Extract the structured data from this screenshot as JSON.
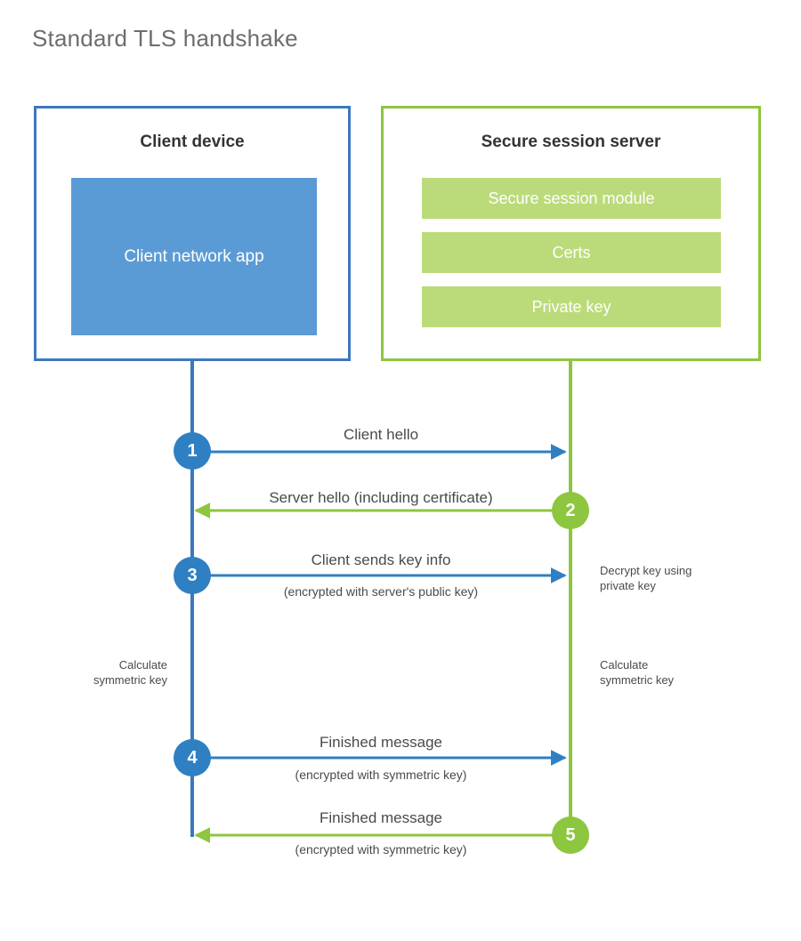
{
  "title": "Standard TLS handshake",
  "parties": {
    "client": {
      "title": "Client device",
      "app_label": "Client network app",
      "border_color": "#3c78be",
      "app_color": "#5b9bd5"
    },
    "server": {
      "title": "Secure session server",
      "border_color": "#8dc63f",
      "bar_color": "#bbdb7a",
      "modules": [
        {
          "label": "Secure session module"
        },
        {
          "label": "Certs"
        },
        {
          "label": "Private key"
        }
      ]
    }
  },
  "steps": [
    {
      "number": "1",
      "label": "Client hello",
      "sub": "",
      "direction": "client-to-server",
      "color": "#2f80c2"
    },
    {
      "number": "2",
      "label": "Server hello (including certificate)",
      "sub": "",
      "direction": "server-to-client",
      "color": "#8dc63f"
    },
    {
      "number": "3",
      "label": "Client sends key info",
      "sub": "(encrypted with server's public key)",
      "direction": "client-to-server",
      "color": "#2f80c2"
    },
    {
      "number": "4",
      "label": "Finished message",
      "sub": "(encrypted with symmetric key)",
      "direction": "client-to-server",
      "color": "#2f80c2"
    },
    {
      "number": "5",
      "label": "Finished message",
      "sub": "(encrypted with symmetric key)",
      "direction": "server-to-client",
      "color": "#8dc63f"
    }
  ],
  "annotations": {
    "decrypt_key": "Decrypt key using\nprivate key",
    "client_calculate": "Calculate\nsymmetric key",
    "server_calculate": "Calculate\nsymmetric key"
  }
}
